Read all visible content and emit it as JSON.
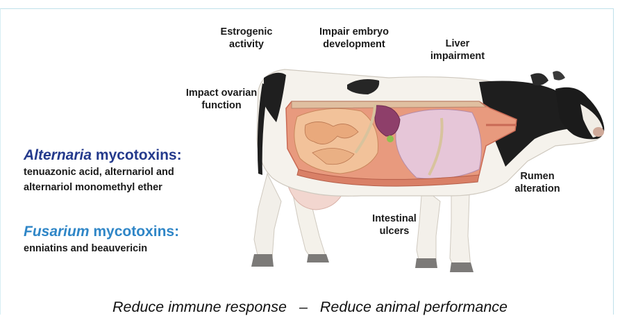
{
  "labels": {
    "estrogenic": [
      "Estrogenic",
      "activity"
    ],
    "embryo": [
      "Impair embryo",
      "development"
    ],
    "liver": [
      "Liver",
      "impairment"
    ],
    "ovarian": [
      "Impact ovarian",
      "function"
    ],
    "rumen": [
      "Rumen",
      "alteration"
    ],
    "intestinal": [
      "Intestinal",
      "ulcers"
    ]
  },
  "alternaria": {
    "genus": "Alternaria",
    "word": "mycotoxins:",
    "compounds": [
      "tenuazonic acid, alternariol and",
      "alternariol monomethyl ether"
    ],
    "color": "#243a8c"
  },
  "fusarium": {
    "genus": "Fusarium",
    "word": "mycotoxins:",
    "compounds": [
      "enniatins and beauvericin"
    ],
    "color": "#2f86c7"
  },
  "footer": {
    "left": "Reduce immune response",
    "dash": "–",
    "right": "Reduce animal performance"
  }
}
